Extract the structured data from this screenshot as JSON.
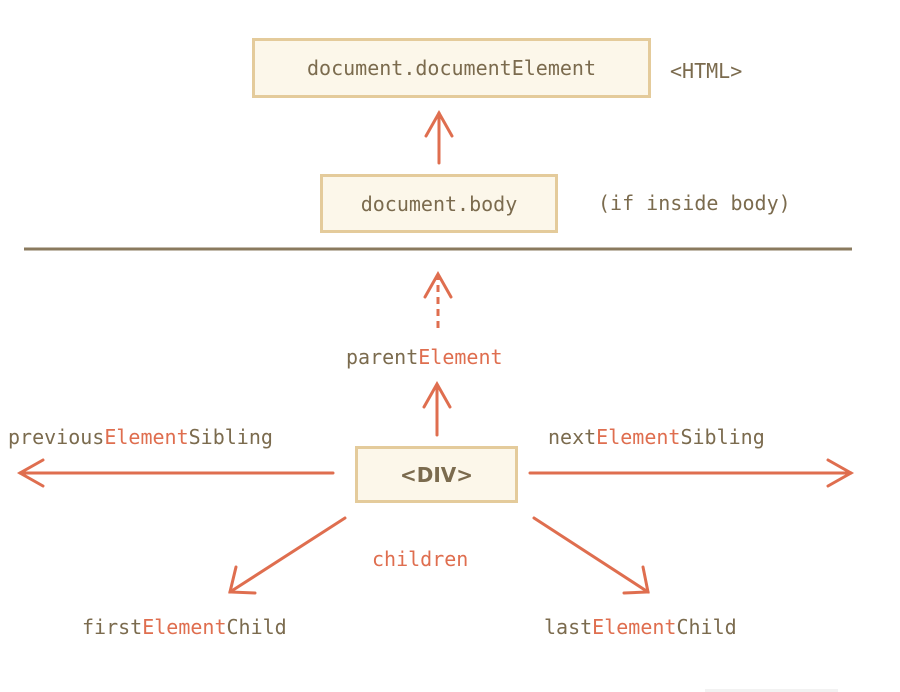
{
  "boxes": {
    "document_element": "document.documentElement",
    "body": "document.body",
    "div": "<DIV>"
  },
  "notes": {
    "html": "<HTML>",
    "inside_body": "(if inside body)"
  },
  "labels": {
    "parent_element": {
      "prefix": "parent",
      "highlight": "Element",
      "suffix": ""
    },
    "previous_element_sibling": {
      "prefix": "previous",
      "highlight": "Element",
      "suffix": "Sibling"
    },
    "next_element_sibling": {
      "prefix": "next",
      "highlight": "Element",
      "suffix": "Sibling"
    },
    "children": "children",
    "first_element_child": {
      "prefix": "first",
      "highlight": "Element",
      "suffix": "Child"
    },
    "last_element_child": {
      "prefix": "last",
      "highlight": "Element",
      "suffix": "Child"
    }
  },
  "colors": {
    "arrow": "#df6e4f",
    "divider": "#8a7a5e",
    "box_fill": "#fcf7ea",
    "box_border": "#e4cb9b",
    "text": "#7b6b4e",
    "highlight": "#df6e4f"
  }
}
